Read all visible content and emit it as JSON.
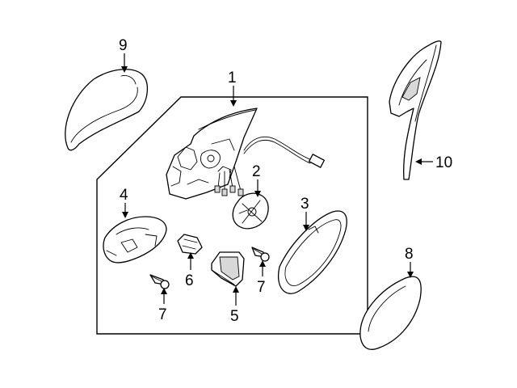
{
  "callouts": {
    "c1": "1",
    "c2": "2",
    "c3": "3",
    "c4": "4",
    "c5": "5",
    "c6": "6",
    "c7a": "7",
    "c7b": "7",
    "c8": "8",
    "c9": "9",
    "c10": "10"
  }
}
